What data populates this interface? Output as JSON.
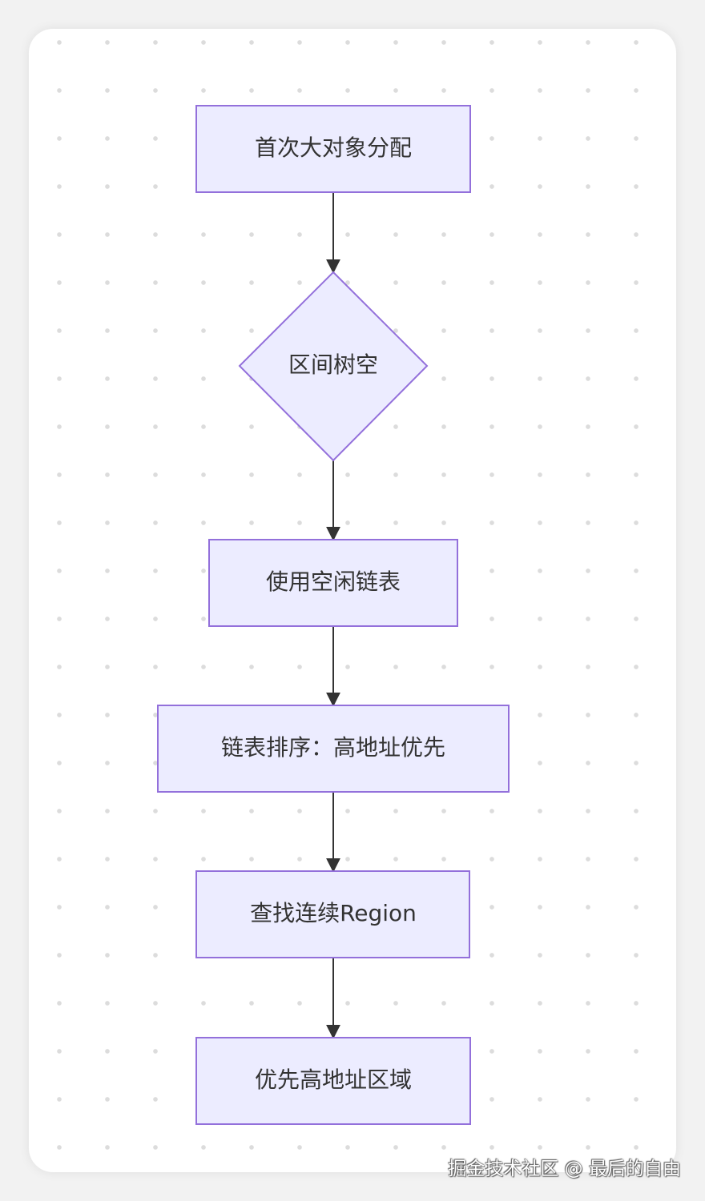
{
  "diagram": {
    "nodes": [
      {
        "id": "n1",
        "shape": "rect",
        "label": "首次大对象分配"
      },
      {
        "id": "n2",
        "shape": "diamond",
        "label": "区间树空"
      },
      {
        "id": "n3",
        "shape": "rect",
        "label": "使用空闲链表"
      },
      {
        "id": "n4",
        "shape": "rect",
        "label": "链表排序：高地址优先"
      },
      {
        "id": "n5",
        "shape": "rect",
        "label": "查找连续Region"
      },
      {
        "id": "n6",
        "shape": "rect",
        "label": "优先高地址区域"
      }
    ],
    "edges": [
      {
        "from": "n1",
        "to": "n2"
      },
      {
        "from": "n2",
        "to": "n3"
      },
      {
        "from": "n3",
        "to": "n4"
      },
      {
        "from": "n4",
        "to": "n5"
      },
      {
        "from": "n5",
        "to": "n6"
      }
    ],
    "colors": {
      "node_fill": "#ececff",
      "node_stroke": "#9370db",
      "edge": "#333333",
      "text": "#333333"
    }
  },
  "watermark": {
    "text": "掘金技术社区 @ 最后的自由"
  }
}
